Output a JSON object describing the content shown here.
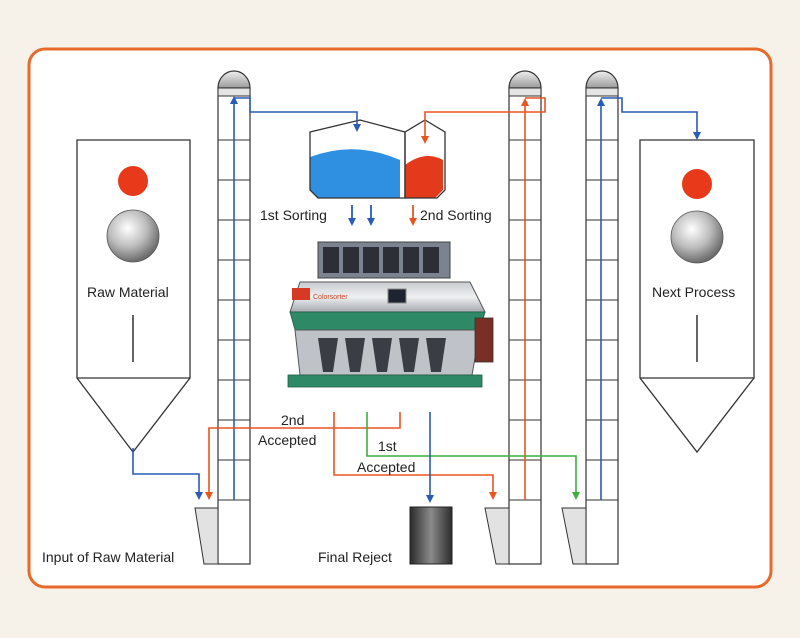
{
  "labels": {
    "raw_material": "Raw Material",
    "next_process": "Next Process",
    "first_sorting": "1st Sorting",
    "second_sorting": "2nd Sorting",
    "second_accepted_1": "2nd",
    "second_accepted_2": "Accepted",
    "first_accepted_1": "1st",
    "first_accepted_2": "Accepted",
    "input_raw": "Input of Raw Material",
    "final_reject": "Final Reject",
    "machine_brand": "Colorsorter"
  },
  "colors": {
    "frame_border": "#e86a2a",
    "frame_fill": "#ffffff",
    "blue_flow": "#2a5bb8",
    "orange_flow": "#e8551e",
    "green_flow": "#3fae3a",
    "hopper_blue": "#2f8fe0",
    "hopper_red": "#e23a1a",
    "indicator_red": "#e83a1a"
  }
}
